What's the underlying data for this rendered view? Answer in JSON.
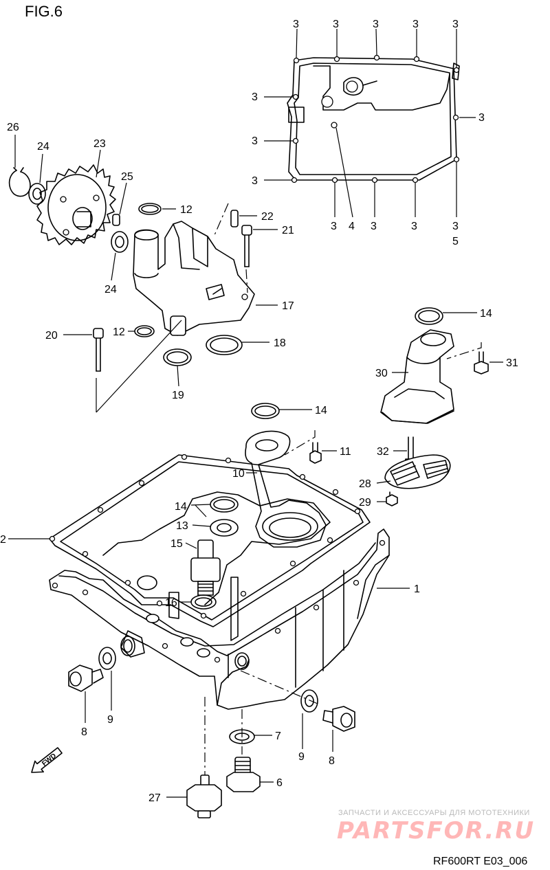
{
  "figure": {
    "title": "FIG.6",
    "code": "RF600RT E03_006",
    "fwd_label": "FWD"
  },
  "watermark": {
    "line1": "ЗАПЧАСТИ И АКСЕССУАРЫ ДЛЯ МОТОТЕХНИКИ",
    "line2": "PARTSFOR.RU"
  },
  "callouts": [
    {
      "id": "c3a",
      "text": "3"
    },
    {
      "id": "c3b",
      "text": "3"
    },
    {
      "id": "c3c",
      "text": "3"
    },
    {
      "id": "c3d",
      "text": "3"
    },
    {
      "id": "c3e",
      "text": "3"
    },
    {
      "id": "c3f",
      "text": "3"
    },
    {
      "id": "c3g",
      "text": "3"
    },
    {
      "id": "c3h",
      "text": "3"
    },
    {
      "id": "c3i",
      "text": "3"
    },
    {
      "id": "c3j",
      "text": "3"
    },
    {
      "id": "c3k",
      "text": "3"
    },
    {
      "id": "c3l",
      "text": "3"
    },
    {
      "id": "c3m",
      "text": "3"
    },
    {
      "id": "c4",
      "text": "4"
    },
    {
      "id": "c5",
      "text": "5"
    },
    {
      "id": "c26",
      "text": "26"
    },
    {
      "id": "c24a",
      "text": "24"
    },
    {
      "id": "c23",
      "text": "23"
    },
    {
      "id": "c25",
      "text": "25"
    },
    {
      "id": "c24b",
      "text": "24"
    },
    {
      "id": "c12a",
      "text": "12"
    },
    {
      "id": "c22",
      "text": "22"
    },
    {
      "id": "c21",
      "text": "21"
    },
    {
      "id": "c17",
      "text": "17"
    },
    {
      "id": "c20",
      "text": "20"
    },
    {
      "id": "c12b",
      "text": "12"
    },
    {
      "id": "c18",
      "text": "18"
    },
    {
      "id": "c19",
      "text": "19"
    },
    {
      "id": "c14a",
      "text": "14"
    },
    {
      "id": "c31",
      "text": "31"
    },
    {
      "id": "c30",
      "text": "30"
    },
    {
      "id": "c14b",
      "text": "14"
    },
    {
      "id": "c11",
      "text": "11"
    },
    {
      "id": "c32",
      "text": "32"
    },
    {
      "id": "c10",
      "text": "10"
    },
    {
      "id": "c28",
      "text": "28"
    },
    {
      "id": "c29",
      "text": "29"
    },
    {
      "id": "c14c",
      "text": "14"
    },
    {
      "id": "c13",
      "text": "13"
    },
    {
      "id": "c15",
      "text": "15"
    },
    {
      "id": "c2",
      "text": "2"
    },
    {
      "id": "c1",
      "text": "1"
    },
    {
      "id": "c16",
      "text": "16"
    },
    {
      "id": "c8a",
      "text": "8"
    },
    {
      "id": "c9a",
      "text": "9"
    },
    {
      "id": "c7",
      "text": "7"
    },
    {
      "id": "c9b",
      "text": "9"
    },
    {
      "id": "c8b",
      "text": "8"
    },
    {
      "id": "c6",
      "text": "6"
    },
    {
      "id": "c27",
      "text": "27"
    }
  ]
}
